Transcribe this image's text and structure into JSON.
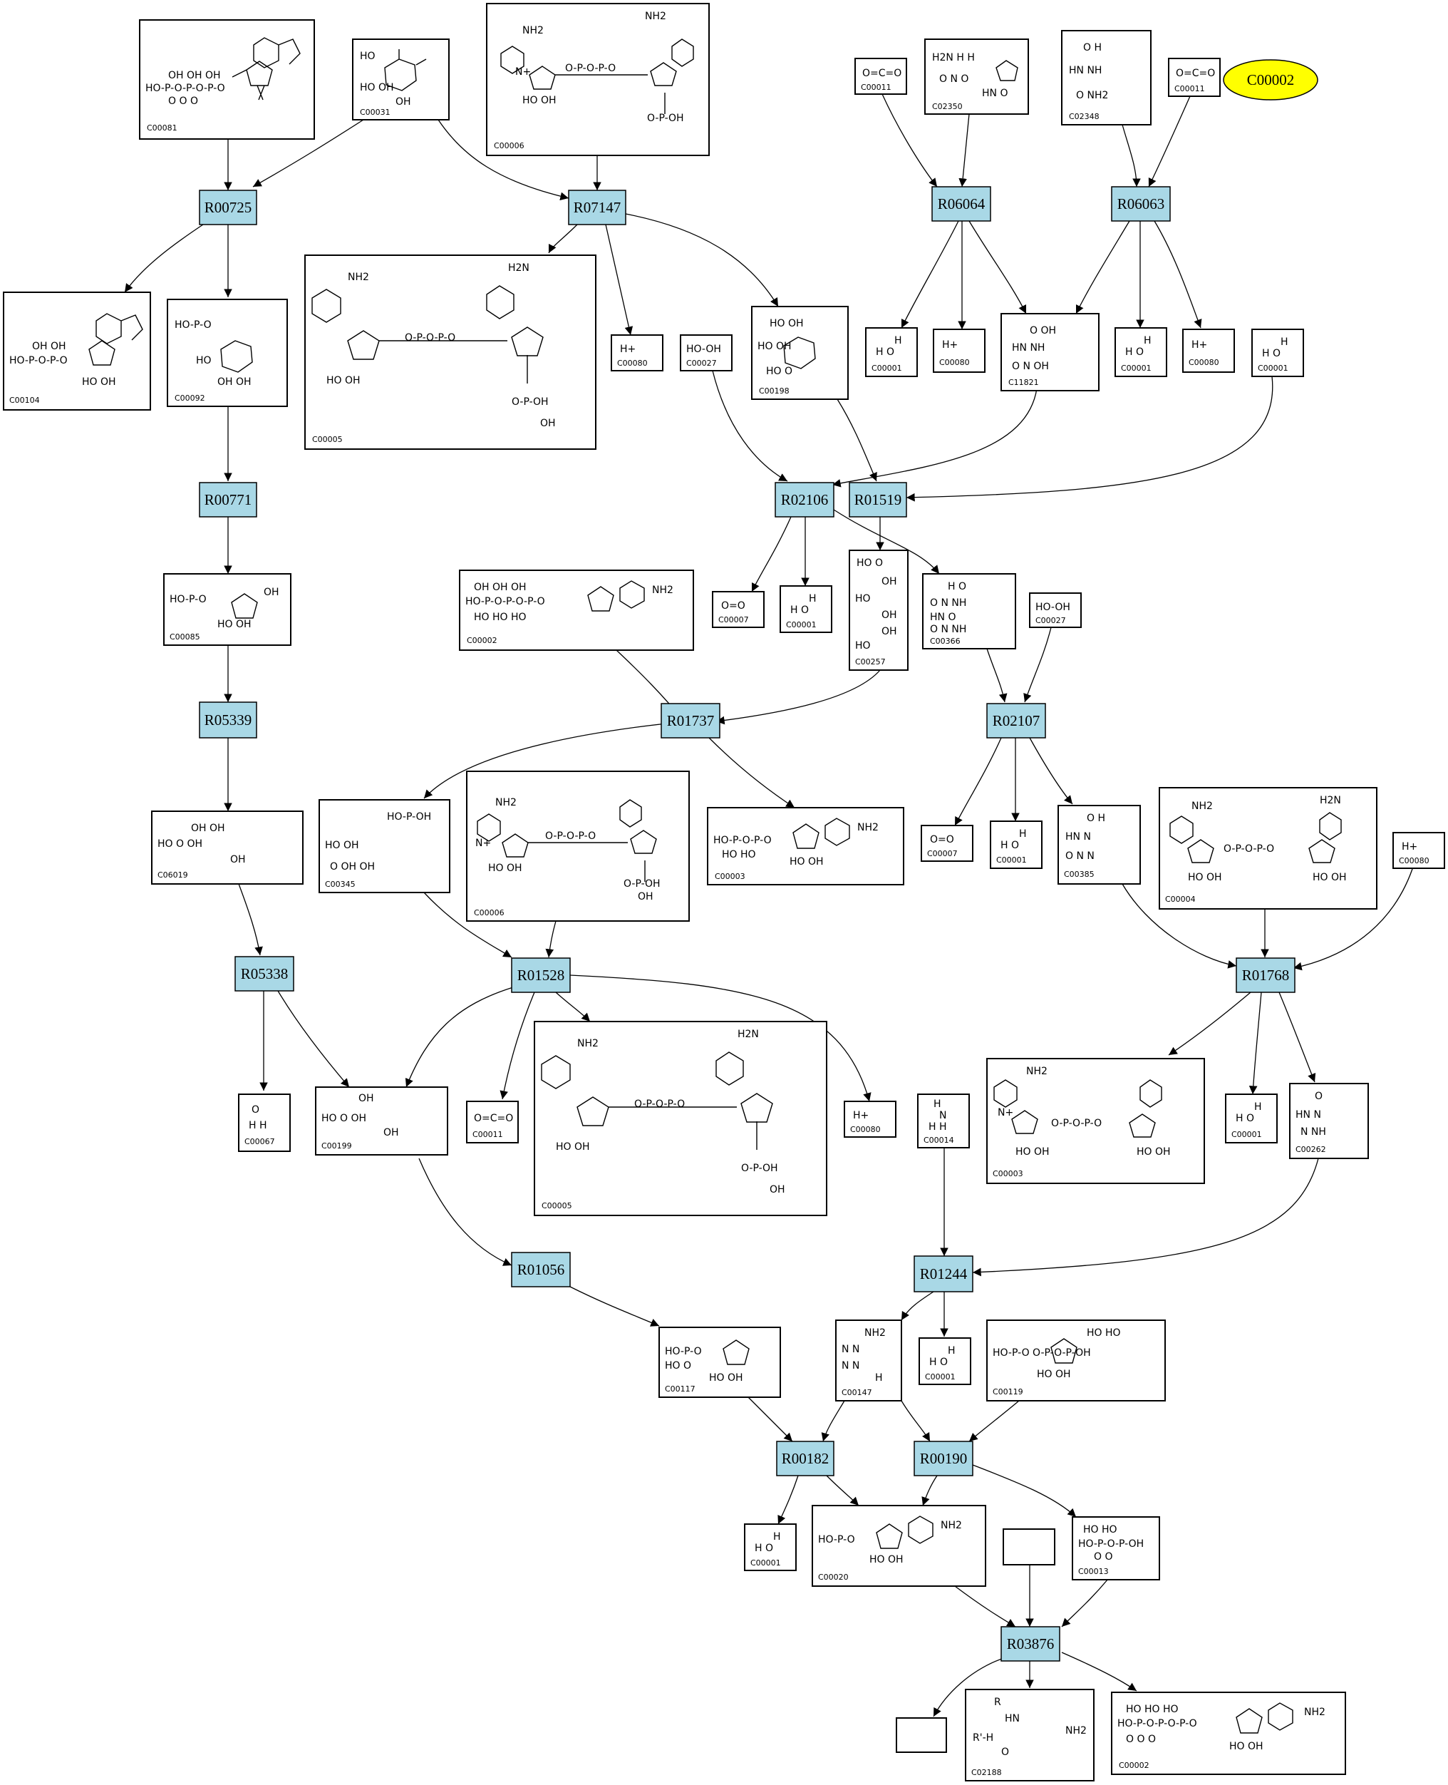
{
  "highlight_color": "#ffff00",
  "reaction_color": "#a9d8e6",
  "ellipse_node": "C00002",
  "reactions": {
    "R00725": "R00725",
    "R07147": "R07147",
    "R06064": "R06064",
    "R06063": "R06063",
    "R00771": "R00771",
    "R02106": "R02106",
    "R01519": "R01519",
    "R05339": "R05339",
    "R01737": "R01737",
    "R02107": "R02107",
    "R05338": "R05338",
    "R01528": "R01528",
    "R01768": "R01768",
    "R01056": "R01056",
    "R01244": "R01244",
    "R00182": "R00182",
    "R00190": "R00190",
    "R03876": "R03876"
  },
  "compounds": {
    "c00081": {
      "id": "C00081",
      "mol": [
        "OH  OH  OH",
        "HO-P-O-P-O-P-O",
        "O   O   O"
      ]
    },
    "c00031": {
      "id": "C00031",
      "mol": [
        "HO",
        "HO   OH",
        "OH"
      ]
    },
    "c00006_top": {
      "id": "C00006",
      "mol": [
        "NH2",
        "N+",
        "HO  OH",
        "O-P-O-P-O",
        "NH2",
        "O-P-OH"
      ]
    },
    "c00011_a": {
      "id": "C00011",
      "mol": [
        "O=C=O"
      ]
    },
    "c02350": {
      "id": "C02350",
      "mol": [
        "H2N  H  H",
        "O   N   O",
        "HN  O"
      ]
    },
    "c02348": {
      "id": "C02348",
      "mol": [
        "O  H",
        "HN  NH",
        "O  NH2"
      ]
    },
    "c00011_b": {
      "id": "C00011",
      "mol": [
        "O=C=O"
      ]
    },
    "c00104": {
      "id": "C00104",
      "mol": [
        "OH  OH",
        "HO-P-O-P-O",
        "HO  OH"
      ]
    },
    "c00092": {
      "id": "C00092",
      "mol": [
        "HO-P-O",
        "HO",
        "OH  OH"
      ]
    },
    "c00005_top": {
      "id": "C00005",
      "mol": [
        "NH2",
        "H2N",
        "O-P-O-P-O",
        "HO  OH",
        "O-P-OH",
        "OH"
      ]
    },
    "c00080_a": {
      "id": "C00080",
      "mol": [
        "H+"
      ]
    },
    "c00027_a": {
      "id": "C00027",
      "mol": [
        "HO-OH"
      ]
    },
    "c00198": {
      "id": "C00198",
      "mol": [
        "HO  OH",
        "HO   OH",
        "HO  O"
      ]
    },
    "c00001_a": {
      "id": "C00001",
      "mol": [
        "H",
        "H  O"
      ]
    },
    "c00080_b": {
      "id": "C00080",
      "mol": [
        "H+"
      ]
    },
    "c11821": {
      "id": "C11821",
      "mol": [
        "O  OH",
        "HN  NH",
        "O  N  OH"
      ]
    },
    "c00001_b": {
      "id": "C00001",
      "mol": [
        "H",
        "H  O"
      ]
    },
    "c00080_c": {
      "id": "C00080",
      "mol": [
        "H+"
      ]
    },
    "c00001_c": {
      "id": "C00001",
      "mol": [
        "H",
        "H  O"
      ]
    },
    "c00085": {
      "id": "C00085",
      "mol": [
        "HO-P-O",
        "OH",
        "HO  OH"
      ]
    },
    "c00002_mid": {
      "id": "C00002",
      "mol": [
        "OH  OH  OH",
        "HO-P-O-P-O-P-O",
        "HO  HO  HO",
        "NH2"
      ]
    },
    "c00007_a": {
      "id": "C00007",
      "mol": [
        "O=O"
      ]
    },
    "c00001_d": {
      "id": "C00001",
      "mol": [
        "H",
        "H  O"
      ]
    },
    "c00257": {
      "id": "C00257",
      "mol": [
        "HO  O",
        "OH",
        "HO",
        "OH",
        "OH",
        "HO"
      ]
    },
    "c00366": {
      "id": "C00366",
      "mol": [
        "H  O",
        "O  N  NH",
        "HN  O",
        "O  N  NH"
      ]
    },
    "c00027_b": {
      "id": "C00027",
      "mol": [
        "HO-OH"
      ]
    },
    "c06019": {
      "id": "C06019",
      "mol": [
        "OH  OH",
        "HO  O  OH",
        "OH"
      ]
    },
    "c00345": {
      "id": "C00345",
      "mol": [
        "HO-P-OH",
        "HO  OH",
        "O  OH  OH"
      ]
    },
    "c00006_mid": {
      "id": "C00006",
      "mol": [
        "NH2",
        "N+",
        "O-P-O-P-O",
        "HO  OH",
        "O-P-OH",
        "OH"
      ]
    },
    "c00003_mid": {
      "id": "C00003",
      "mol": [
        "NH2",
        "HO-P-O-P-O",
        "HO  HO",
        "HO  OH"
      ]
    },
    "c00007_b": {
      "id": "C00007",
      "mol": [
        "O=O"
      ]
    },
    "c00001_e": {
      "id": "C00001",
      "mol": [
        "H",
        "H  O"
      ]
    },
    "c00385": {
      "id": "C00385",
      "mol": [
        "O  H",
        "HN  N",
        "O  N  N"
      ]
    },
    "c00004": {
      "id": "C00004",
      "mol": [
        "NH2",
        "H2N",
        "O-P-O-P-O",
        "HO  OH",
        "HO  OH"
      ]
    },
    "c00080_d": {
      "id": "C00080",
      "mol": [
        "H+"
      ]
    },
    "c00067": {
      "id": "C00067",
      "mol": [
        "O",
        "H  H"
      ]
    },
    "c00199": {
      "id": "C00199",
      "mol": [
        "OH",
        "HO  O  OH",
        "OH"
      ]
    },
    "c00011_c": {
      "id": "C00011",
      "mol": [
        "O=C=O"
      ]
    },
    "c00005_mid": {
      "id": "C00005",
      "mol": [
        "NH2",
        "H2N",
        "O-P-O-P-O",
        "HO  OH",
        "O-P-OH",
        "OH"
      ]
    },
    "c00080_e": {
      "id": "C00080",
      "mol": [
        "H+"
      ]
    },
    "c00014": {
      "id": "C00014",
      "mol": [
        "H",
        "N",
        "H  H"
      ]
    },
    "c00003_right": {
      "id": "C00003",
      "mol": [
        "NH2",
        "N+",
        "O-P-O-P-O",
        "HO  OH",
        "HO  OH"
      ]
    },
    "c00001_f": {
      "id": "C00001",
      "mol": [
        "H",
        "H  O"
      ]
    },
    "c00262": {
      "id": "C00262",
      "mol": [
        "O",
        "HN  N",
        "N  NH"
      ]
    },
    "c00117": {
      "id": "C00117",
      "mol": [
        "HO-P-O",
        "HO  O",
        "HO  OH"
      ]
    },
    "c00147": {
      "id": "C00147",
      "mol": [
        "NH2",
        "N  N",
        "N  N",
        "H"
      ]
    },
    "c00001_g": {
      "id": "C00001",
      "mol": [
        "H",
        "H  O"
      ]
    },
    "c00119": {
      "id": "C00119",
      "mol": [
        "HO  HO",
        "HO-P-O  O-P-O-P-OH",
        "HO  OH"
      ]
    },
    "c00001_h": {
      "id": "C00001",
      "mol": [
        "H",
        "H  O"
      ]
    },
    "c00020": {
      "id": "C00020",
      "mol": [
        "NH2",
        "HO-P-O",
        "HO  OH"
      ]
    },
    "c00013": {
      "id": "C00013",
      "mol": [
        "HO  HO",
        "HO-P-O-P-OH",
        "O  O"
      ]
    },
    "c02188": {
      "id": "C02188",
      "mol": [
        "R",
        "HN",
        "R'-H",
        "NH2",
        "O"
      ]
    },
    "c00002_bottom": {
      "id": "C00002",
      "mol": [
        "HO  HO  HO",
        "HO-P-O-P-O-P-O",
        "O   O   O",
        "NH2",
        "HO  OH"
      ]
    }
  }
}
